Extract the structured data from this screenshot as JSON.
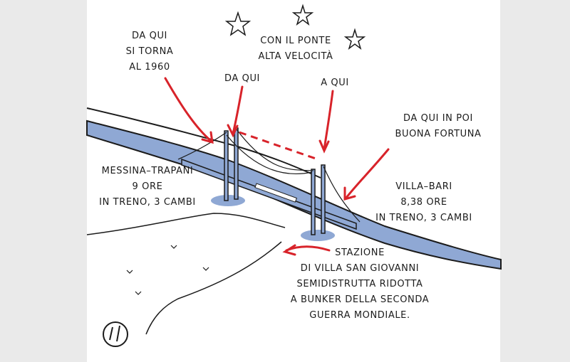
{
  "captions": {
    "back_to_1960": "DA QUI\nSI TORNA\nAL 1960",
    "high_speed": "CON IL PONTE\nALTA VELOCITÀ",
    "from_here": "DA QUI",
    "to_here": "A QUI",
    "good_luck": "DA QUI IN POI\nBUONA FORTUNA",
    "messina_trapani": "MESSINA–TRAPANI\n9 ORE\nIN TRENO, 3 CAMBI",
    "villa_bari": "VILLA–BARI\n8,38 ORE\nIN TRENO, 3 CAMBI",
    "station": "STAZIONE\nDI VILLA SAN GIOVANNI\nSEMIDISTRUTTA RIDOTTA\nA BUNKER DELLA SECONDA\nGUERRA MONDIALE."
  },
  "colors": {
    "water": "#8fa8d4",
    "ink": "#1b1b1b",
    "arrow": "#d8232a",
    "side": "#eaeaea"
  },
  "icons": [
    "star-icon",
    "signature-logo-icon"
  ]
}
